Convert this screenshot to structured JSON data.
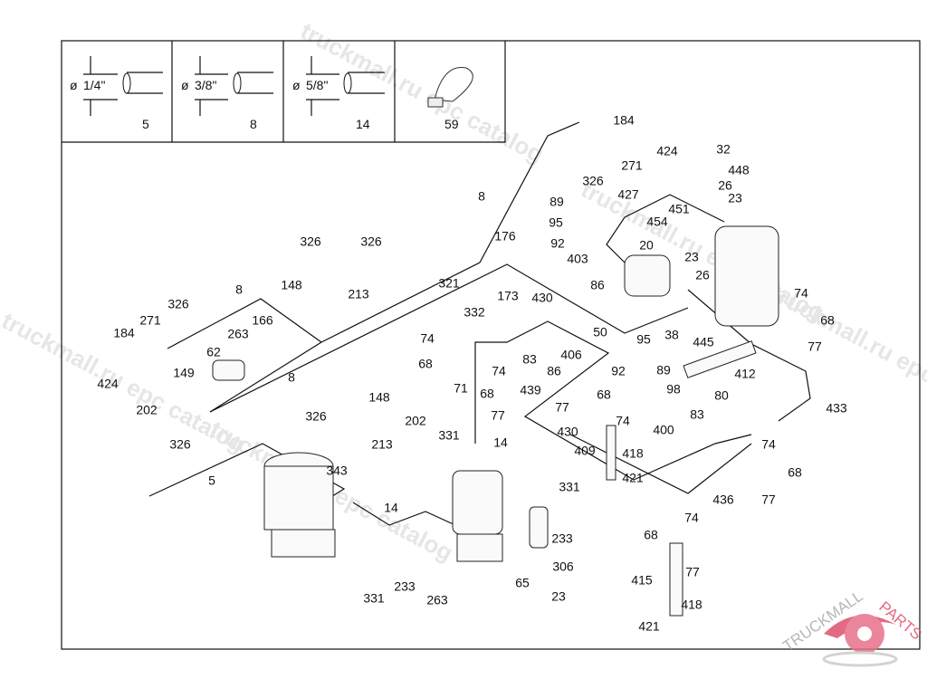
{
  "watermark": "truckmall.ru epc catalog",
  "logo": {
    "text_left": "TRUCKMALL",
    "text_right": "PARTS",
    "color": "#e0506e"
  },
  "legend": [
    {
      "size": "1/4\"",
      "item": "5"
    },
    {
      "size": "3/8\"",
      "item": "8"
    },
    {
      "size": "5/8\"",
      "item": "14"
    },
    {
      "size": "",
      "item": "59"
    }
  ],
  "labels": [
    "184",
    "424",
    "271",
    "326",
    "32",
    "448",
    "26",
    "23",
    "427",
    "451",
    "454",
    "8",
    "89",
    "95",
    "92",
    "176",
    "326",
    "326",
    "20",
    "23",
    "26",
    "403",
    "86",
    "148",
    "213",
    "321",
    "8",
    "326",
    "173",
    "430",
    "74",
    "68",
    "77",
    "271",
    "184",
    "166",
    "263",
    "332",
    "50",
    "95",
    "38",
    "445",
    "62",
    "74",
    "406",
    "83",
    "68",
    "86",
    "92",
    "89",
    "412",
    "149",
    "8",
    "71",
    "74",
    "439",
    "98",
    "80",
    "424",
    "68",
    "68",
    "202",
    "148",
    "326",
    "202",
    "77",
    "77",
    "74",
    "83",
    "400",
    "433",
    "430",
    "331",
    "14",
    "326",
    "213",
    "74",
    "409",
    "418",
    "68",
    "343",
    "421",
    "5",
    "331",
    "436",
    "77",
    "14",
    "74",
    "68",
    "233",
    "306",
    "77",
    "415",
    "65",
    "23",
    "331",
    "233",
    "263",
    "418",
    "421"
  ]
}
